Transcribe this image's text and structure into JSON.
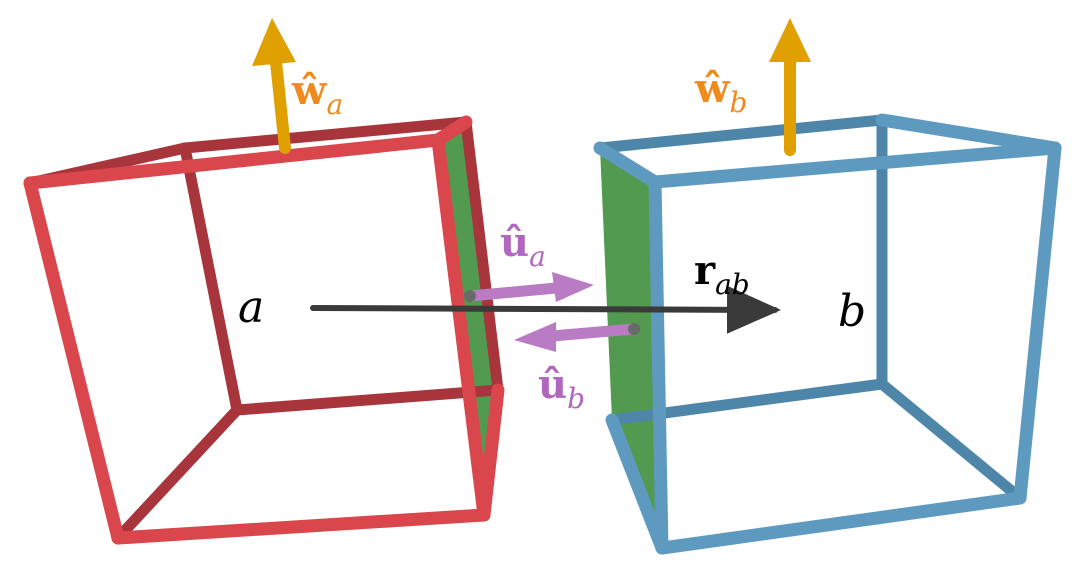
{
  "colors": {
    "cube_a": "#d9474d",
    "cube_a_dark": "#9c2c33",
    "cube_b": "#5e9ac0",
    "cube_b_dark": "#3f6f8e",
    "face": "#3f8f3c",
    "w_vector": "#e0a000",
    "u_vector": "#b97bc4",
    "r_vector": "#3a3a3a",
    "w_label": "#f08a1c",
    "u_label": "#b067bd",
    "text": "#000000"
  },
  "labels": {
    "body_a": "a",
    "body_b": "b",
    "w_a": {
      "base": "ŵ",
      "sub": "a"
    },
    "w_b": {
      "base": "ŵ",
      "sub": "b"
    },
    "u_a": {
      "base": "û",
      "sub": "a"
    },
    "u_b": {
      "base": "û",
      "sub": "b"
    },
    "r_ab": {
      "base": "r",
      "sub": "ab"
    }
  }
}
